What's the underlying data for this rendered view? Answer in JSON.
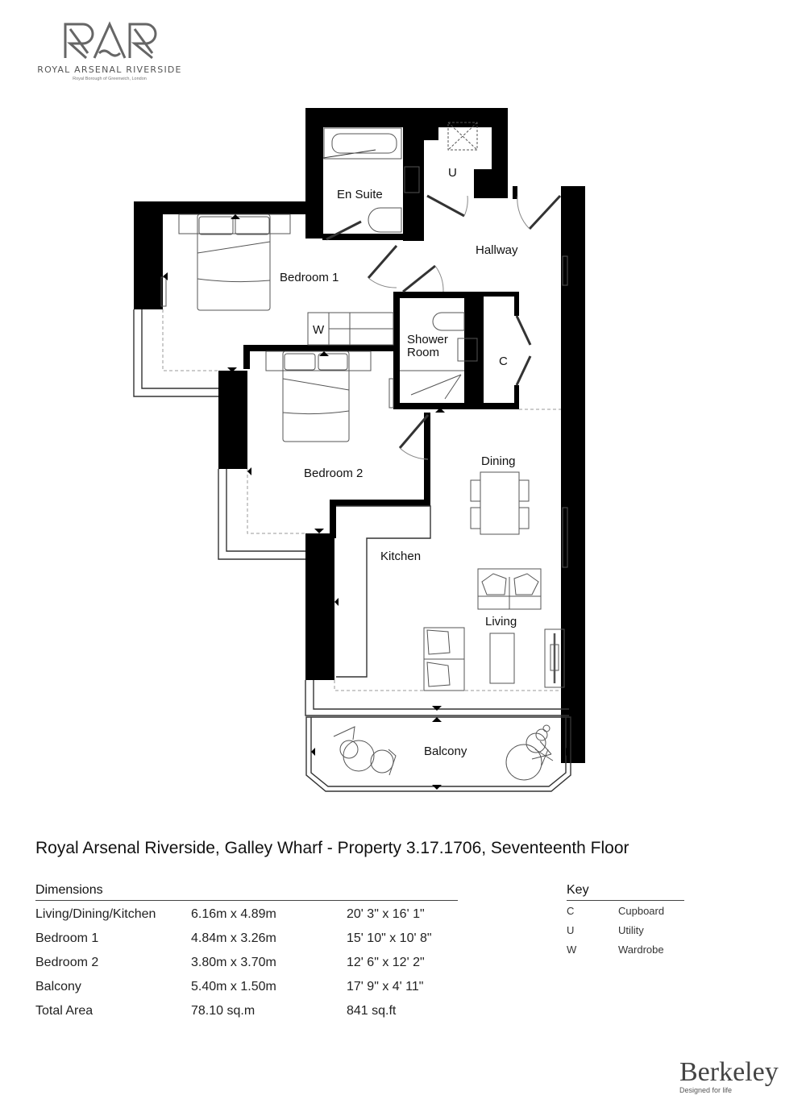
{
  "logo": {
    "mark": "RAR",
    "name": "ROYAL ARSENAL RIVERSIDE",
    "subtitle": "Royal Borough of Greenwich, London"
  },
  "floorplan": {
    "rooms": {
      "en_suite": "En Suite",
      "utility": "U",
      "hallway": "Hallway",
      "bedroom1": "Bedroom 1",
      "wardrobe": "W",
      "shower_room_line1": "Shower",
      "shower_room_line2": "Room",
      "cupboard": "C",
      "bedroom2": "Bedroom 2",
      "dining": "Dining",
      "kitchen": "Kitchen",
      "living": "Living",
      "balcony": "Balcony"
    },
    "colors": {
      "wall": "#000000",
      "line": "#333333",
      "dash": "#999999"
    }
  },
  "title": "Royal Arsenal Riverside, Galley Wharf - Property 3.17.1706, Seventeenth Floor",
  "dimensions": {
    "heading": "Dimensions",
    "rows": [
      {
        "room": "Living/Dining/Kitchen",
        "metric": "6.16m x 4.89m",
        "imperial": "20' 3\" x 16' 1\""
      },
      {
        "room": "Bedroom 1",
        "metric": "4.84m x 3.26m",
        "imperial": "15' 10\" x 10' 8\""
      },
      {
        "room": "Bedroom 2",
        "metric": "3.80m x 3.70m",
        "imperial": "12' 6\" x 12' 2\""
      },
      {
        "room": "Balcony",
        "metric": "5.40m x 1.50m",
        "imperial": "17' 9\" x 4' 11\""
      },
      {
        "room": "Total Area",
        "metric": "78.10 sq.m",
        "imperial": "841 sq.ft"
      }
    ]
  },
  "key": {
    "heading": "Key",
    "rows": [
      {
        "code": "C",
        "meaning": "Cupboard"
      },
      {
        "code": "U",
        "meaning": "Utility"
      },
      {
        "code": "W",
        "meaning": "Wardrobe"
      }
    ]
  },
  "brand": {
    "name": "Berkeley",
    "tagline": "Designed for life"
  }
}
